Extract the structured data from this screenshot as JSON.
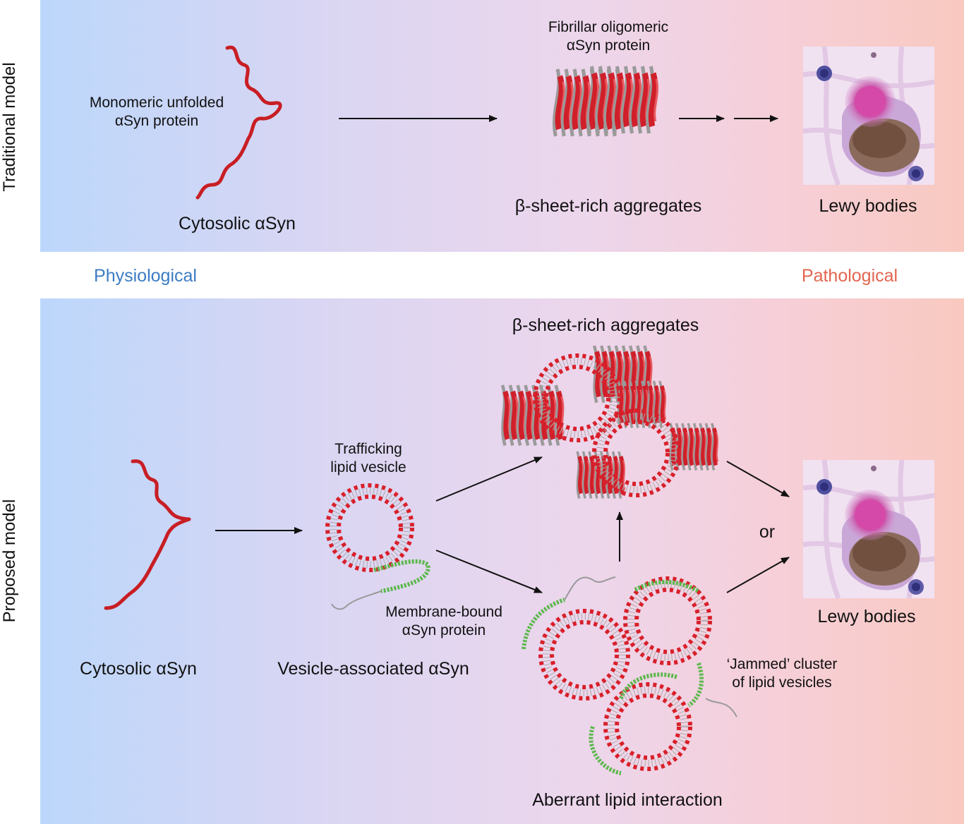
{
  "sidebar": {
    "traditional": "Traditional model",
    "proposed": "Proposed model"
  },
  "traditional": {
    "monomer_label_1": "Monomeric unfolded",
    "monomer_label_2": "αSyn protein",
    "cytosolic": "Cytosolic αSyn",
    "fibril_label_1": "Fibrillar oligomeric",
    "fibril_label_2": "αSyn protein",
    "aggregates": "β-sheet-rich aggregates",
    "lewy": "Lewy bodies"
  },
  "spectrum": {
    "physiological": "Physiological",
    "pathological": "Pathological"
  },
  "proposed": {
    "aggregates": "β-sheet-rich aggregates",
    "vesicle_label_1": "Trafficking",
    "vesicle_label_2": "lipid vesicle",
    "membrane_label_1": "Membrane-bound",
    "membrane_label_2": "αSyn protein",
    "cytosolic": "Cytosolic αSyn",
    "vesicle_associated": "Vesicle-associated αSyn",
    "or": "or",
    "lewy": "Lewy bodies",
    "jammed_1": "‘Jammed’ cluster",
    "jammed_2": "of lipid vesicles",
    "aberrant": "Aberrant lipid interaction"
  },
  "colors": {
    "physiological": "#3c7cc3",
    "pathological": "#e2654f",
    "protein_red": "#c81e24",
    "helix_green": "#5cb84c"
  }
}
